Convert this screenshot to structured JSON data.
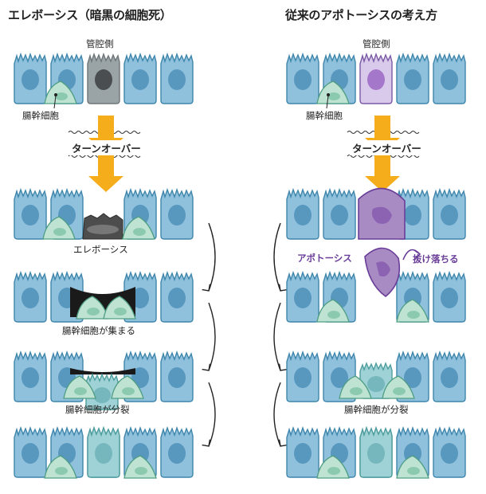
{
  "left_panel": {
    "title": "エレボーシス（暗黒の細胞死）",
    "lumen_label": "管腔側",
    "stem_label": "腸幹細胞",
    "turnover_label": "ターンオーバー",
    "step1_label": "エレボーシス",
    "step2_label": "腸幹細胞が集まる",
    "step3_label": "腸幹細胞が分裂"
  },
  "right_panel": {
    "title": "従来のアポトーシスの考え方",
    "lumen_label": "管腔側",
    "stem_label": "腸幹細胞",
    "turnover_label": "ターンオーバー",
    "apoptosis_label": "アポトーシス",
    "extrude_label": "抜け落ちる",
    "step3_label": "腸幹細胞が分裂"
  },
  "colors": {
    "cell_fill": "#8fc1dc",
    "cell_stroke": "#3f86ac",
    "nucleus": "#4f8fb8",
    "stem_fill": "#bfe3d2",
    "stem_stroke": "#4f9e84",
    "erebosis_gray": "#9aa3a6",
    "black": "#1a1a1a",
    "apoptosis_purple": "#a98bc4",
    "arrow_orange": "#f6ad1c"
  }
}
